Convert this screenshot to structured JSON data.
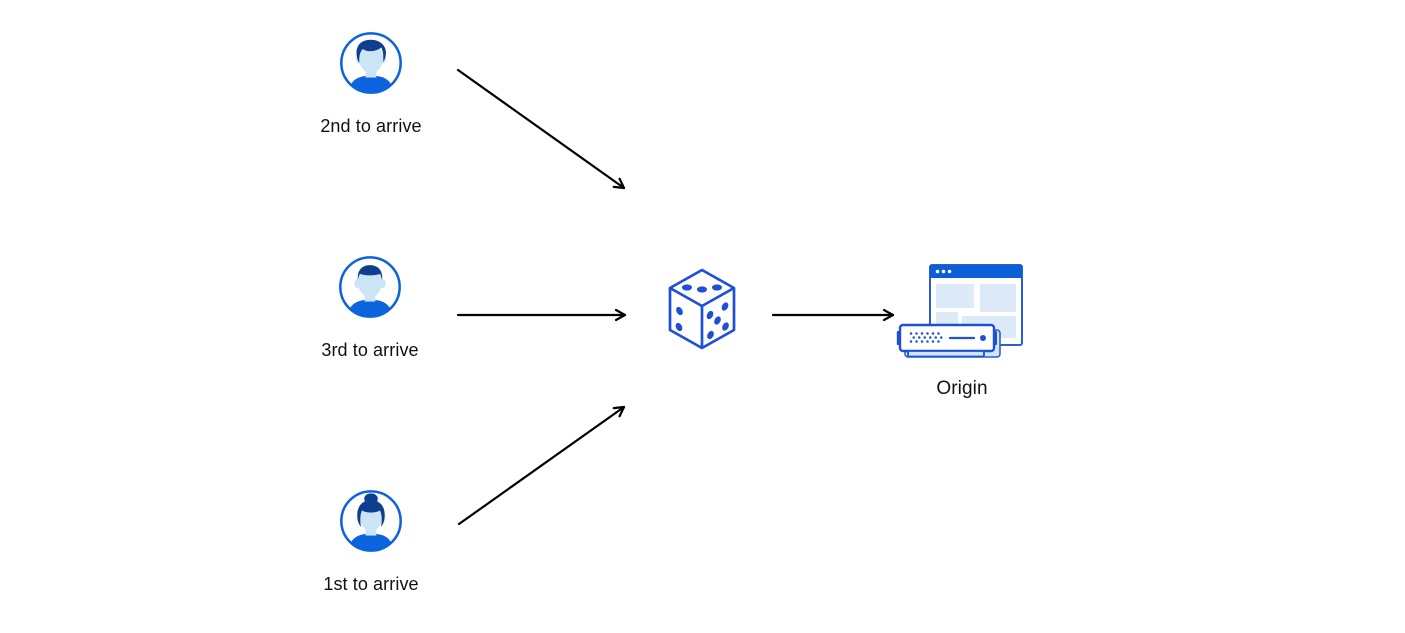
{
  "nodes": {
    "users": [
      {
        "id": "user-top",
        "label": "2nd to arrive",
        "avatar_icon": "man-wavy-hair-avatar-icon"
      },
      {
        "id": "user-middle",
        "label": "3rd to arrive",
        "avatar_icon": "man-short-hair-avatar-icon"
      },
      {
        "id": "user-bottom",
        "label": "1st to arrive",
        "avatar_icon": "woman-bun-avatar-icon"
      }
    ],
    "randomizer": {
      "id": "dice",
      "icon": "dice-icon"
    },
    "origin": {
      "id": "origin",
      "label": "Origin",
      "icon": "origin-browser-server-icon"
    }
  },
  "connections": [
    {
      "from": "user-top",
      "to": "dice"
    },
    {
      "from": "user-middle",
      "to": "dice"
    },
    {
      "from": "user-bottom",
      "to": "dice"
    },
    {
      "from": "dice",
      "to": "origin"
    }
  ],
  "colors": {
    "accent": "#0b63dd",
    "hair": "#0e3f8f",
    "face": "#cbe5f7",
    "dice": "#1d4fd7",
    "panel": "#ddebf9",
    "titlebar": "#0c5ed8",
    "shadow": "#d3e5f8",
    "winborder": "#2a5fd4",
    "arrow": "#000000",
    "text": "#111111"
  }
}
